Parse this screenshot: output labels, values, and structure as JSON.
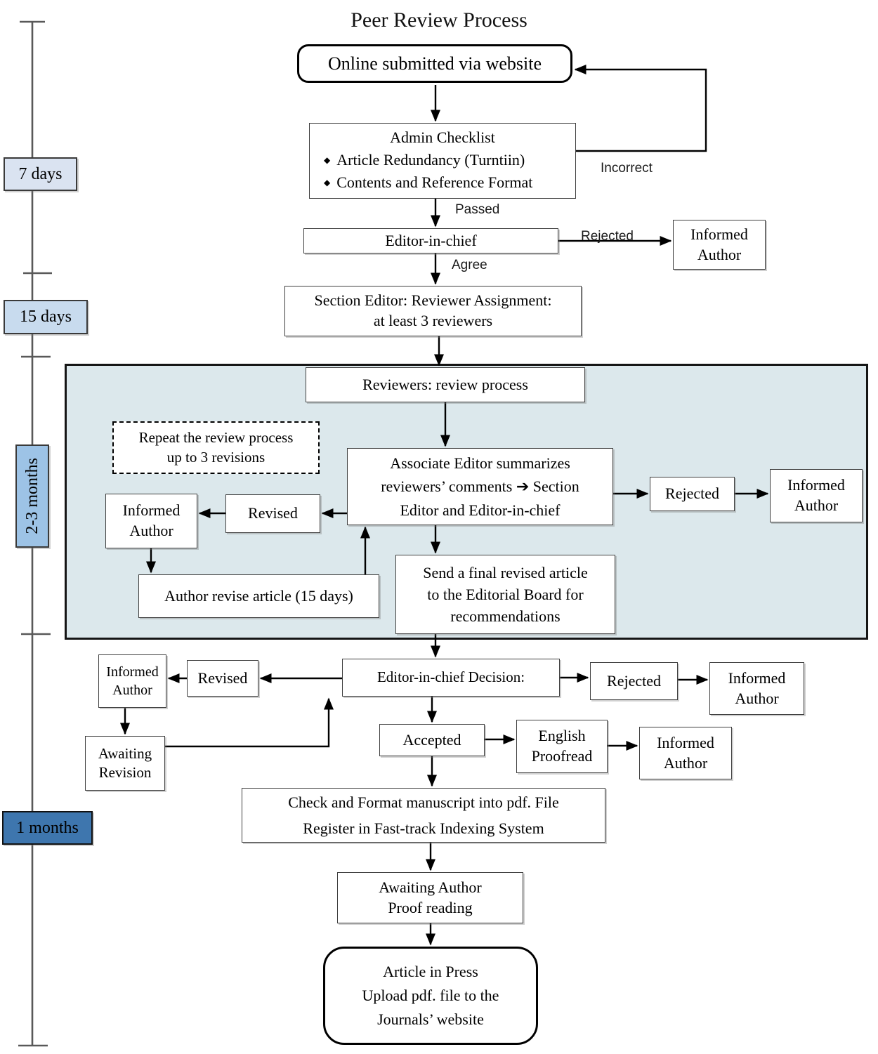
{
  "title": "Peer Review Process",
  "timeline": {
    "d7": "7 days",
    "d15": "15 days",
    "m2_3": "2-3 months",
    "m1": "1 months"
  },
  "edge_labels": {
    "incorrect": "Incorrect",
    "passed": "Passed",
    "rejected": "Rejected",
    "agree": "Agree"
  },
  "admin_checklist": {
    "title": "Admin Checklist",
    "bullet": "◆",
    "items": [
      "Article Redundancy (Turntiin)",
      "Contents and Reference Format"
    ]
  },
  "nodes": {
    "online_submission": "Online submitted via website",
    "editor_in_chief": "Editor-in-chief",
    "informed_author": "Informed\nAuthor",
    "section_editor": "Section Editor: Reviewer Assignment:\nat least 3 reviewers",
    "reviewers": "Reviewers: review process",
    "repeat_note": "Repeat the review process\nup to 3 revisions",
    "associate_editor": "Associate Editor summarizes\nreviewers’ comments ➔ Section\nEditor and Editor-in-chief",
    "rejected": "Rejected",
    "revised": "Revised",
    "author_revise": "Author revise article (15 days)",
    "send_final": "Send a final revised article\nto the Editorial Board for\nrecommendations",
    "eic_decision": "Editor-in-chief Decision:",
    "awaiting_revision": "Awaiting\nRevision",
    "accepted": "Accepted",
    "english_proofread": "English\nProofread",
    "check_format": "Check and Format manuscript into pdf. File\nRegister in Fast-track Indexing System",
    "awaiting_proofread": "Awaiting Author\nProof reading",
    "article_in_press": "Article in Press\nUpload pdf. file to the\nJournals’ website"
  },
  "colors": {
    "region_fill": "#dce8ec",
    "timeline_7days": "#dae3f1",
    "timeline_15days": "#c8dbee",
    "timeline_2_3months": "#9dc3e6",
    "timeline_1months": "#3e76ae",
    "box_border": "#3f3f3f",
    "arrow": "#000000"
  }
}
